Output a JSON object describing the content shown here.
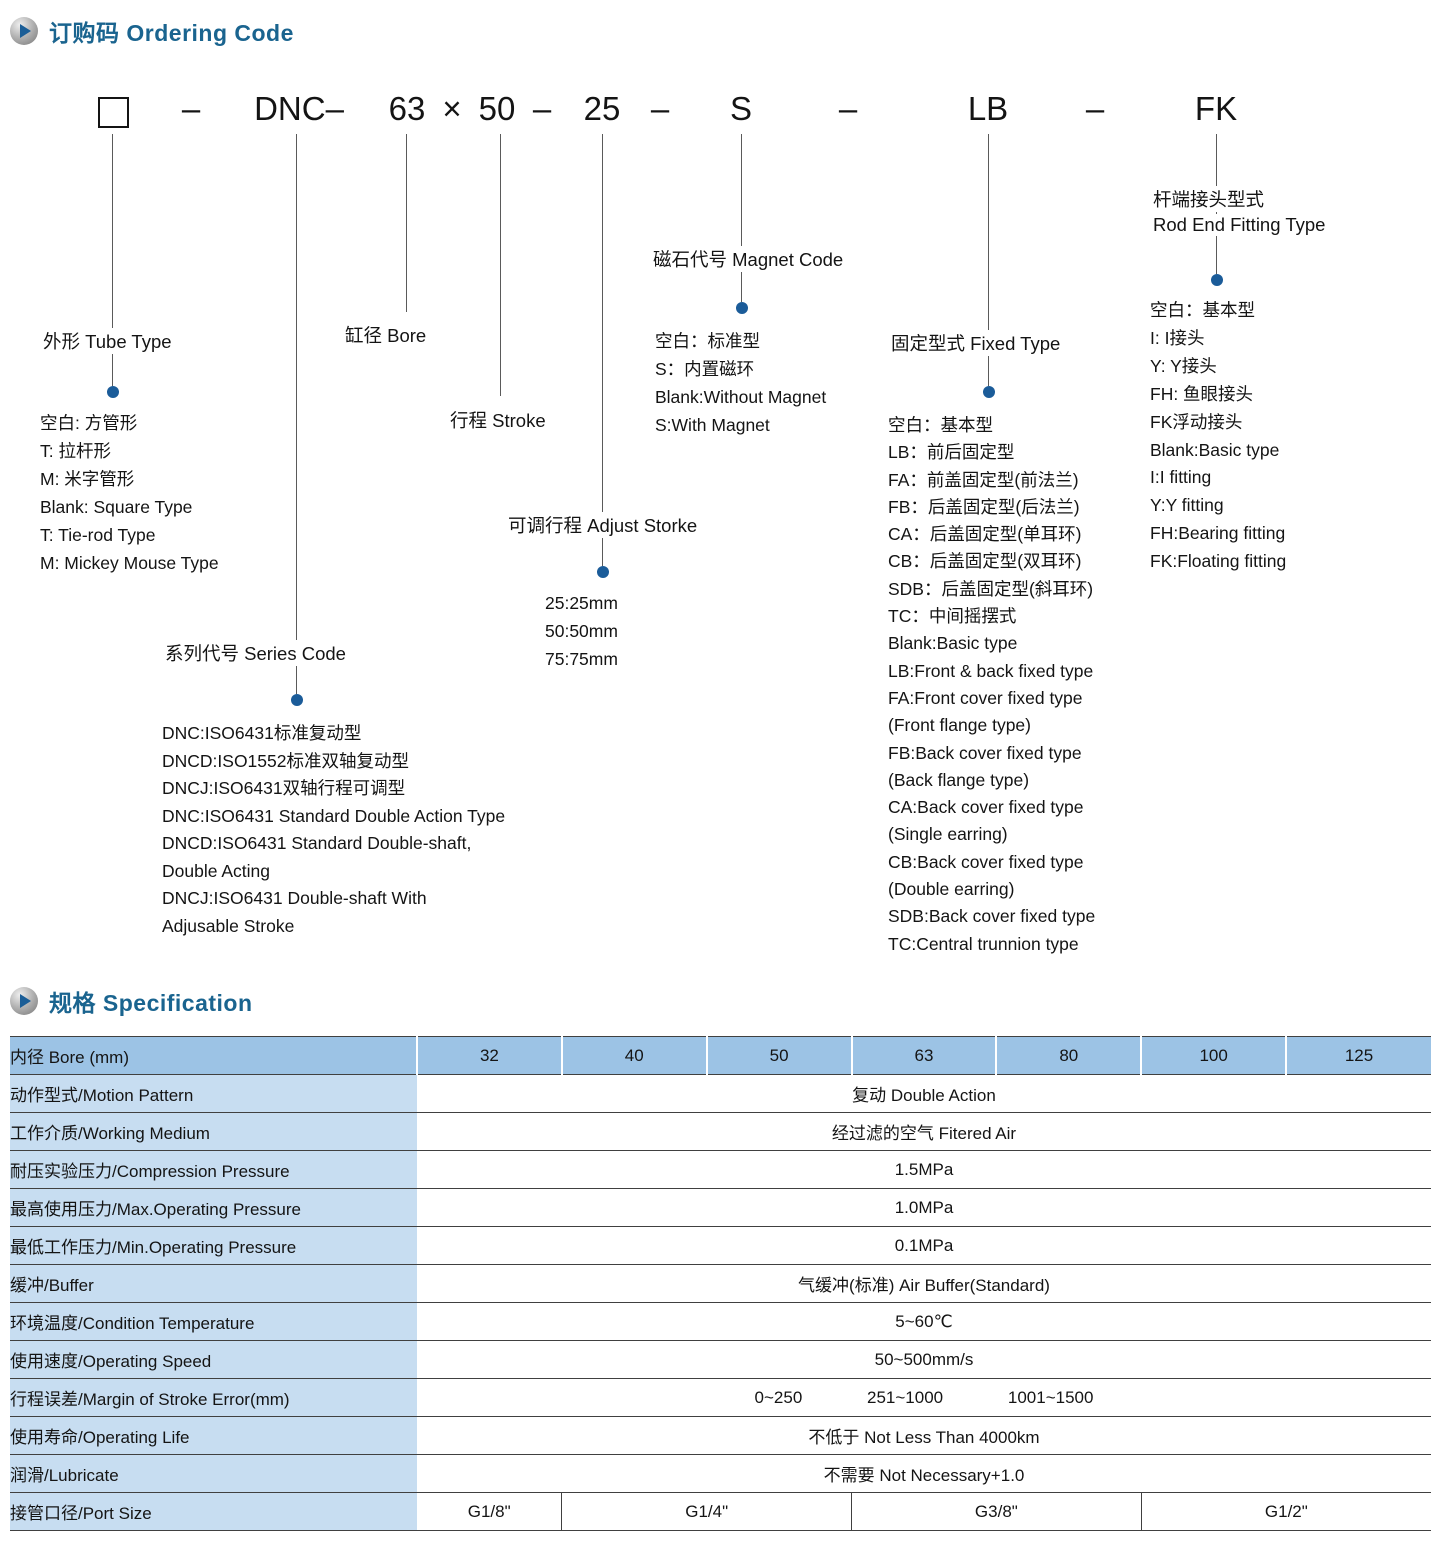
{
  "colors": {
    "accent_blue": "#1a648f",
    "dot_blue": "#1b5c99",
    "table_header_blue": "#9cc3e5",
    "table_label_blue": "#c7ddf1"
  },
  "sections": {
    "ordering": "订购码 Ordering Code",
    "specification": "规格 Specification"
  },
  "code": {
    "tokens": [
      "–",
      "DNC–",
      "63",
      "×",
      "50",
      "–",
      "25",
      "–",
      "S",
      "–",
      "LB",
      "–",
      "FK"
    ]
  },
  "blocks": {
    "tube": {
      "label": "外形 Tube Type",
      "lines": [
        "空白: 方管形",
        "T: 拉杆形",
        "M: 米字管形",
        "Blank: Square Type",
        "T: Tie-rod Type",
        "M: Mickey Mouse Type"
      ]
    },
    "series": {
      "label": "系列代号 Series Code",
      "lines": [
        "DNC:ISO6431标准复动型",
        "DNCD:ISO1552标准双轴复动型",
        "DNCJ:ISO6431双轴行程可调型",
        "DNC:ISO6431 Standard Double Action Type",
        "DNCD:ISO6431 Standard Double-shaft,",
        "Double Acting",
        "DNCJ:ISO6431 Double-shaft With",
        "Adjusable Stroke"
      ]
    },
    "bore": {
      "label": "缸径 Bore"
    },
    "stroke": {
      "label": "行程 Stroke"
    },
    "adjust": {
      "label": "可调行程 Adjust Storke",
      "lines": [
        "25:25mm",
        "50:50mm",
        "75:75mm"
      ]
    },
    "magnet": {
      "label": "磁石代号 Magnet Code",
      "lines": [
        "空白：标准型",
        "S：内置磁环",
        "Blank:Without Magnet",
        "S:With Magnet"
      ]
    },
    "fixed": {
      "label": "固定型式 Fixed Type",
      "lines": [
        "空白：基本型",
        "LB：前后固定型",
        "FA：前盖固定型(前法兰)",
        "FB：后盖固定型(后法兰)",
        "CA：后盖固定型(单耳环)",
        "CB：后盖固定型(双耳环)",
        "SDB：后盖固定型(斜耳环)",
        "TC：中间摇摆式",
        "Blank:Basic type",
        "LB:Front & back fixed type",
        "FA:Front cover fixed type",
        "(Front flange type)",
        "FB:Back cover fixed type",
        "(Back flange type)",
        "CA:Back cover fixed type",
        "(Single earring)",
        "CB:Back cover fixed type",
        "(Double earring)",
        "SDB:Back cover fixed type",
        "TC:Central trunnion type"
      ]
    },
    "rod_end": {
      "label_cn": "杆端接头型式",
      "label_en": "Rod End Fitting Type",
      "lines": [
        "空白：基本型",
        "I: I接头",
        "Y: Y接头",
        "FH: 鱼眼接头",
        "FK浮动接头",
        "Blank:Basic type",
        "I:I fitting",
        "Y:Y fitting",
        "FH:Bearing fitting",
        "FK:Floating fitting"
      ]
    }
  },
  "spec": {
    "header_label": "内径 Bore (mm)",
    "bores": [
      "32",
      "40",
      "50",
      "63",
      "80",
      "100",
      "125"
    ],
    "rows": [
      {
        "label": "动作型式/Motion Pattern",
        "value": "复动 Double Action"
      },
      {
        "label": "工作介质/Working Medium",
        "value": "经过滤的空气 Fitered Air"
      },
      {
        "label": "耐压实验压力/Compression Pressure",
        "value": "1.5MPa"
      },
      {
        "label": "最高使用压力/Max.Operating Pressure",
        "value": "1.0MPa"
      },
      {
        "label": "最低工作压力/Min.Operating Pressure",
        "value": "0.1MPa"
      },
      {
        "label": "缓冲/Buffer",
        "value": "气缓冲(标准) Air Buffer(Standard)"
      },
      {
        "label": "环境温度/Condition Temperature",
        "value": "5~60℃"
      },
      {
        "label": "使用速度/Operating Speed",
        "value": "50~500mm/s"
      },
      {
        "label": "行程误差/Margin of Stroke Error(mm)",
        "values": [
          "0~250",
          "251~1000",
          "1001~1500"
        ]
      },
      {
        "label": "使用寿命/Operating Life",
        "value": "不低于 Not Less Than 4000km"
      },
      {
        "label": "润滑/Lubricate",
        "value": "不需要 Not Necessary+1.0"
      },
      {
        "label": "接管口径/Port Size",
        "values": [
          "G1/8\"",
          "G1/4\"",
          "G3/8\"",
          "G1/2\""
        ]
      }
    ]
  }
}
